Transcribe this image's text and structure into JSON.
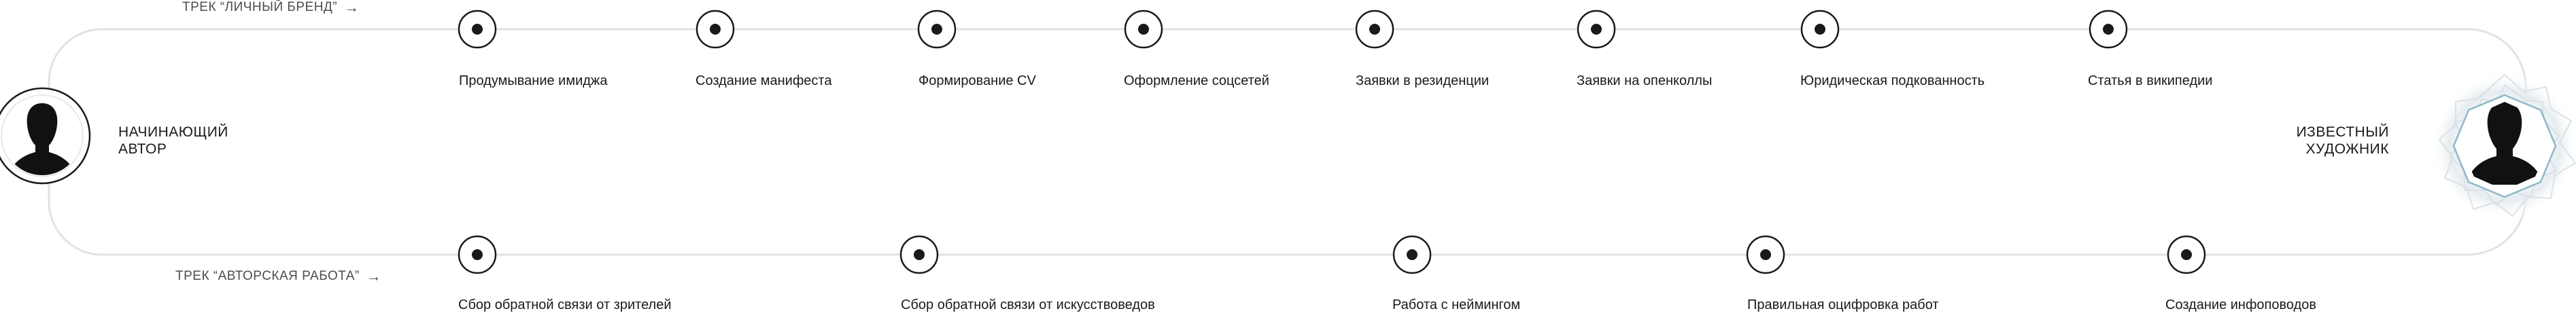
{
  "start": {
    "label": "НАЧИНАЮЩИЙ\nАВТОР",
    "icon": "person-silhouette-icon"
  },
  "end": {
    "label": "ИЗВЕСТНЫЙ\nХУДОЖНИК",
    "icon": "person-silhouette-icon"
  },
  "tracks": {
    "top": {
      "label": "ТРЕК “ЛИЧНЫЙ БРЕНД”",
      "arrow": "→",
      "steps": [
        "Продумывание имиджа",
        "Создание манифеста",
        "Формирование CV",
        "Оформление соцсетей",
        "Заявки в резиденции",
        "Заявки на опенколлы",
        "Юридическая подкованность",
        "Статья в википедии"
      ]
    },
    "bottom": {
      "label": "ТРЕК “АВТОРСКАЯ РАБОТА”",
      "arrow": "→",
      "steps": [
        "Сбор обратной связи от зрителей",
        "Сбор обратной связи от искусствоведов",
        "Работа с неймингом",
        "Правильная оцифровка работ",
        "Создание инфоповодов"
      ]
    }
  },
  "colors": {
    "line": "#e2e2e2",
    "node_stroke": "#1a1a1a",
    "node_dot": "#1a1a1a",
    "silhouette": "#111111",
    "halo_accent": "#8fb8c9"
  }
}
